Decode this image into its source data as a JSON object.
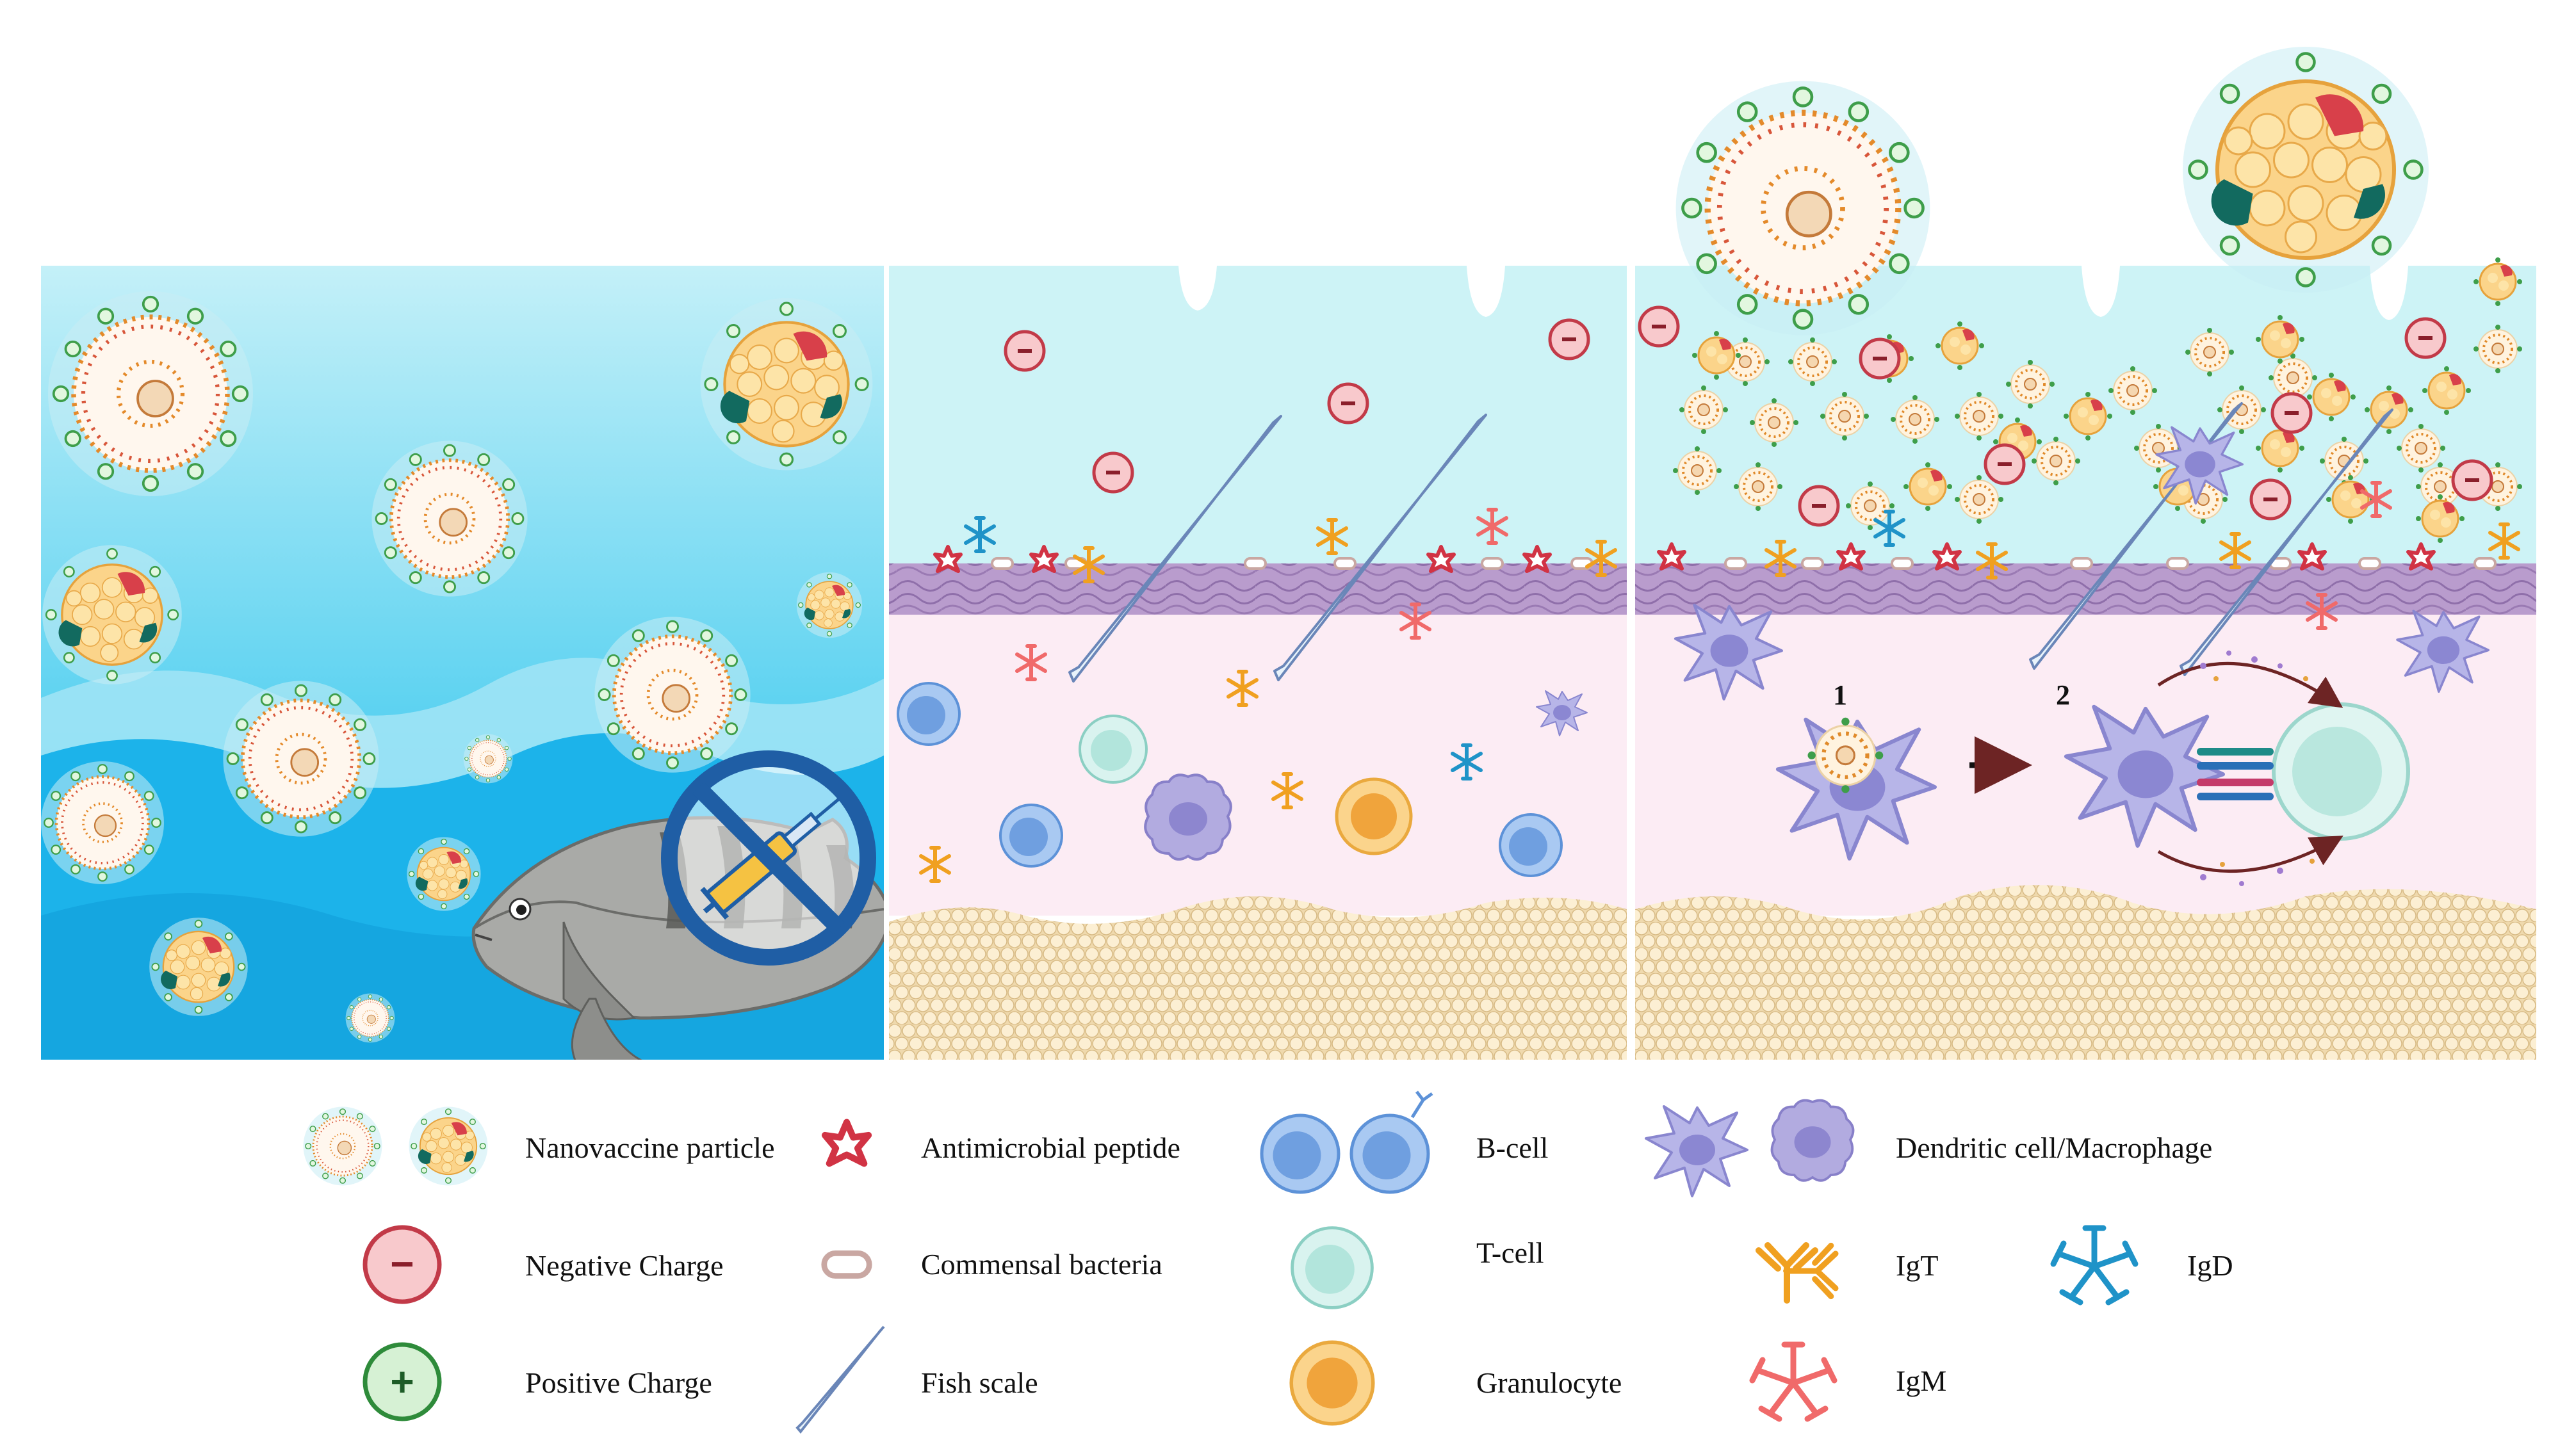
{
  "steps": [
    "1",
    "2"
  ],
  "legend": {
    "nanovaccine": "Nanovaccine particle",
    "negative": "Negative Charge",
    "positive": "Positive Charge",
    "amp": "Antimicrobial peptide",
    "commensal": "Commensal bacteria",
    "scale": "Fish scale",
    "bcell": "B-cell",
    "tcell": "T-cell",
    "granulocyte": "Granulocyte",
    "dc": "Dendritic cell/Macrophage",
    "igt": "IgT",
    "igd": "IgD",
    "igm": "IgM"
  },
  "symbols": {
    "negative": "−",
    "positive": "+"
  },
  "colors": {
    "water_top": "#bfeef7",
    "water_deep": "#1fb6ea",
    "mucus": "#cdf3f6",
    "epidermis": "#b89bcc",
    "dermis": "#fbeaf3",
    "hypodermis": "#f3dfb8",
    "negative_fill": "#f8c9cc",
    "negative_stroke": "#c23a48",
    "positive_fill": "#d6f1d4",
    "positive_stroke": "#2e8b3a",
    "amp": "#d13344",
    "bcell": "#7fb0e8",
    "tcell": "#b6e6df",
    "granulocyte": "#f5b54a",
    "dc": "#a7a5dd",
    "igt": "#f0a020",
    "igd": "#1f93c8",
    "igm": "#f06a6a"
  }
}
